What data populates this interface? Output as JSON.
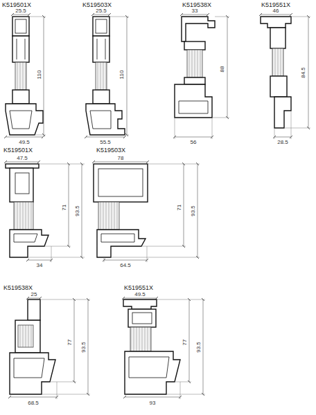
{
  "diagram": {
    "labels": [
      "K519501X",
      "25.5",
      "110",
      "49.5",
      "K519503X",
      "25.5",
      "110",
      "55.5",
      "K519538X",
      "33",
      "88",
      "56",
      "K519551X",
      "46",
      "84.5",
      "28.5",
      "K519501X",
      "47.5",
      "71",
      "93.5",
      "34",
      "K519503X",
      "78",
      "71",
      "93.5",
      "64.5",
      "K519538X",
      "25",
      "77",
      "93.5",
      "68.5",
      "K519551X",
      "49.5",
      "77",
      "93.5",
      "93"
    ]
  }
}
